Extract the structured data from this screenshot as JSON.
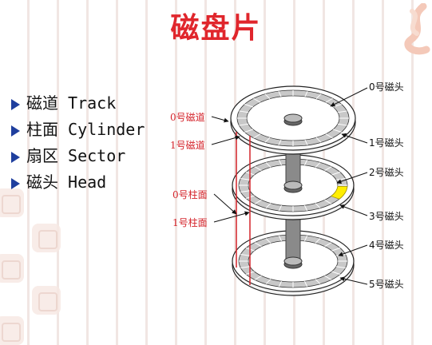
{
  "title": "磁盘片",
  "bullets": [
    {
      "cn": "磁道",
      "en": "Track"
    },
    {
      "cn": "柱面",
      "en": "Cylinder"
    },
    {
      "cn": "扇区",
      "en": "Sector"
    },
    {
      "cn": "磁头",
      "en": "Head"
    }
  ],
  "diagram": {
    "labels_left": {
      "track0": "0号磁道",
      "track1": "1号磁道",
      "cylinder0": "0号柱面",
      "cylinder1": "1号柱面"
    },
    "heads": [
      "0号磁头",
      "1号磁头",
      "2号磁头",
      "3号磁头",
      "4号磁头",
      "5号磁头"
    ]
  },
  "colors": {
    "title": "#e0262c",
    "bullet_arrow": "#1f3f9e",
    "red_label": "#d4232a",
    "track_ring": "#c8c8c8",
    "sector_highlight": "#ffee00",
    "spindle": "#8a8a8a"
  }
}
